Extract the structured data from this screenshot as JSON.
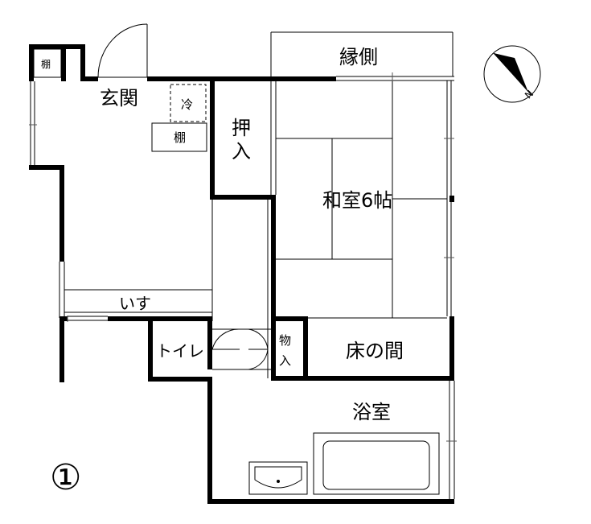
{
  "plan_number": "①",
  "compass": {
    "label": "N"
  },
  "rooms": {
    "engawa": "縁側",
    "genkan": "玄関",
    "rei": "冷",
    "tana_small": "棚",
    "tana": "棚",
    "oshiire_1": "押",
    "oshiire_2": "入",
    "washitsu": "和室6帖",
    "isu": "いす",
    "toilet": "トイレ",
    "monoire_1": "物",
    "monoire_2": "入",
    "tokonoma": "床の間",
    "bathroom": "浴室"
  }
}
